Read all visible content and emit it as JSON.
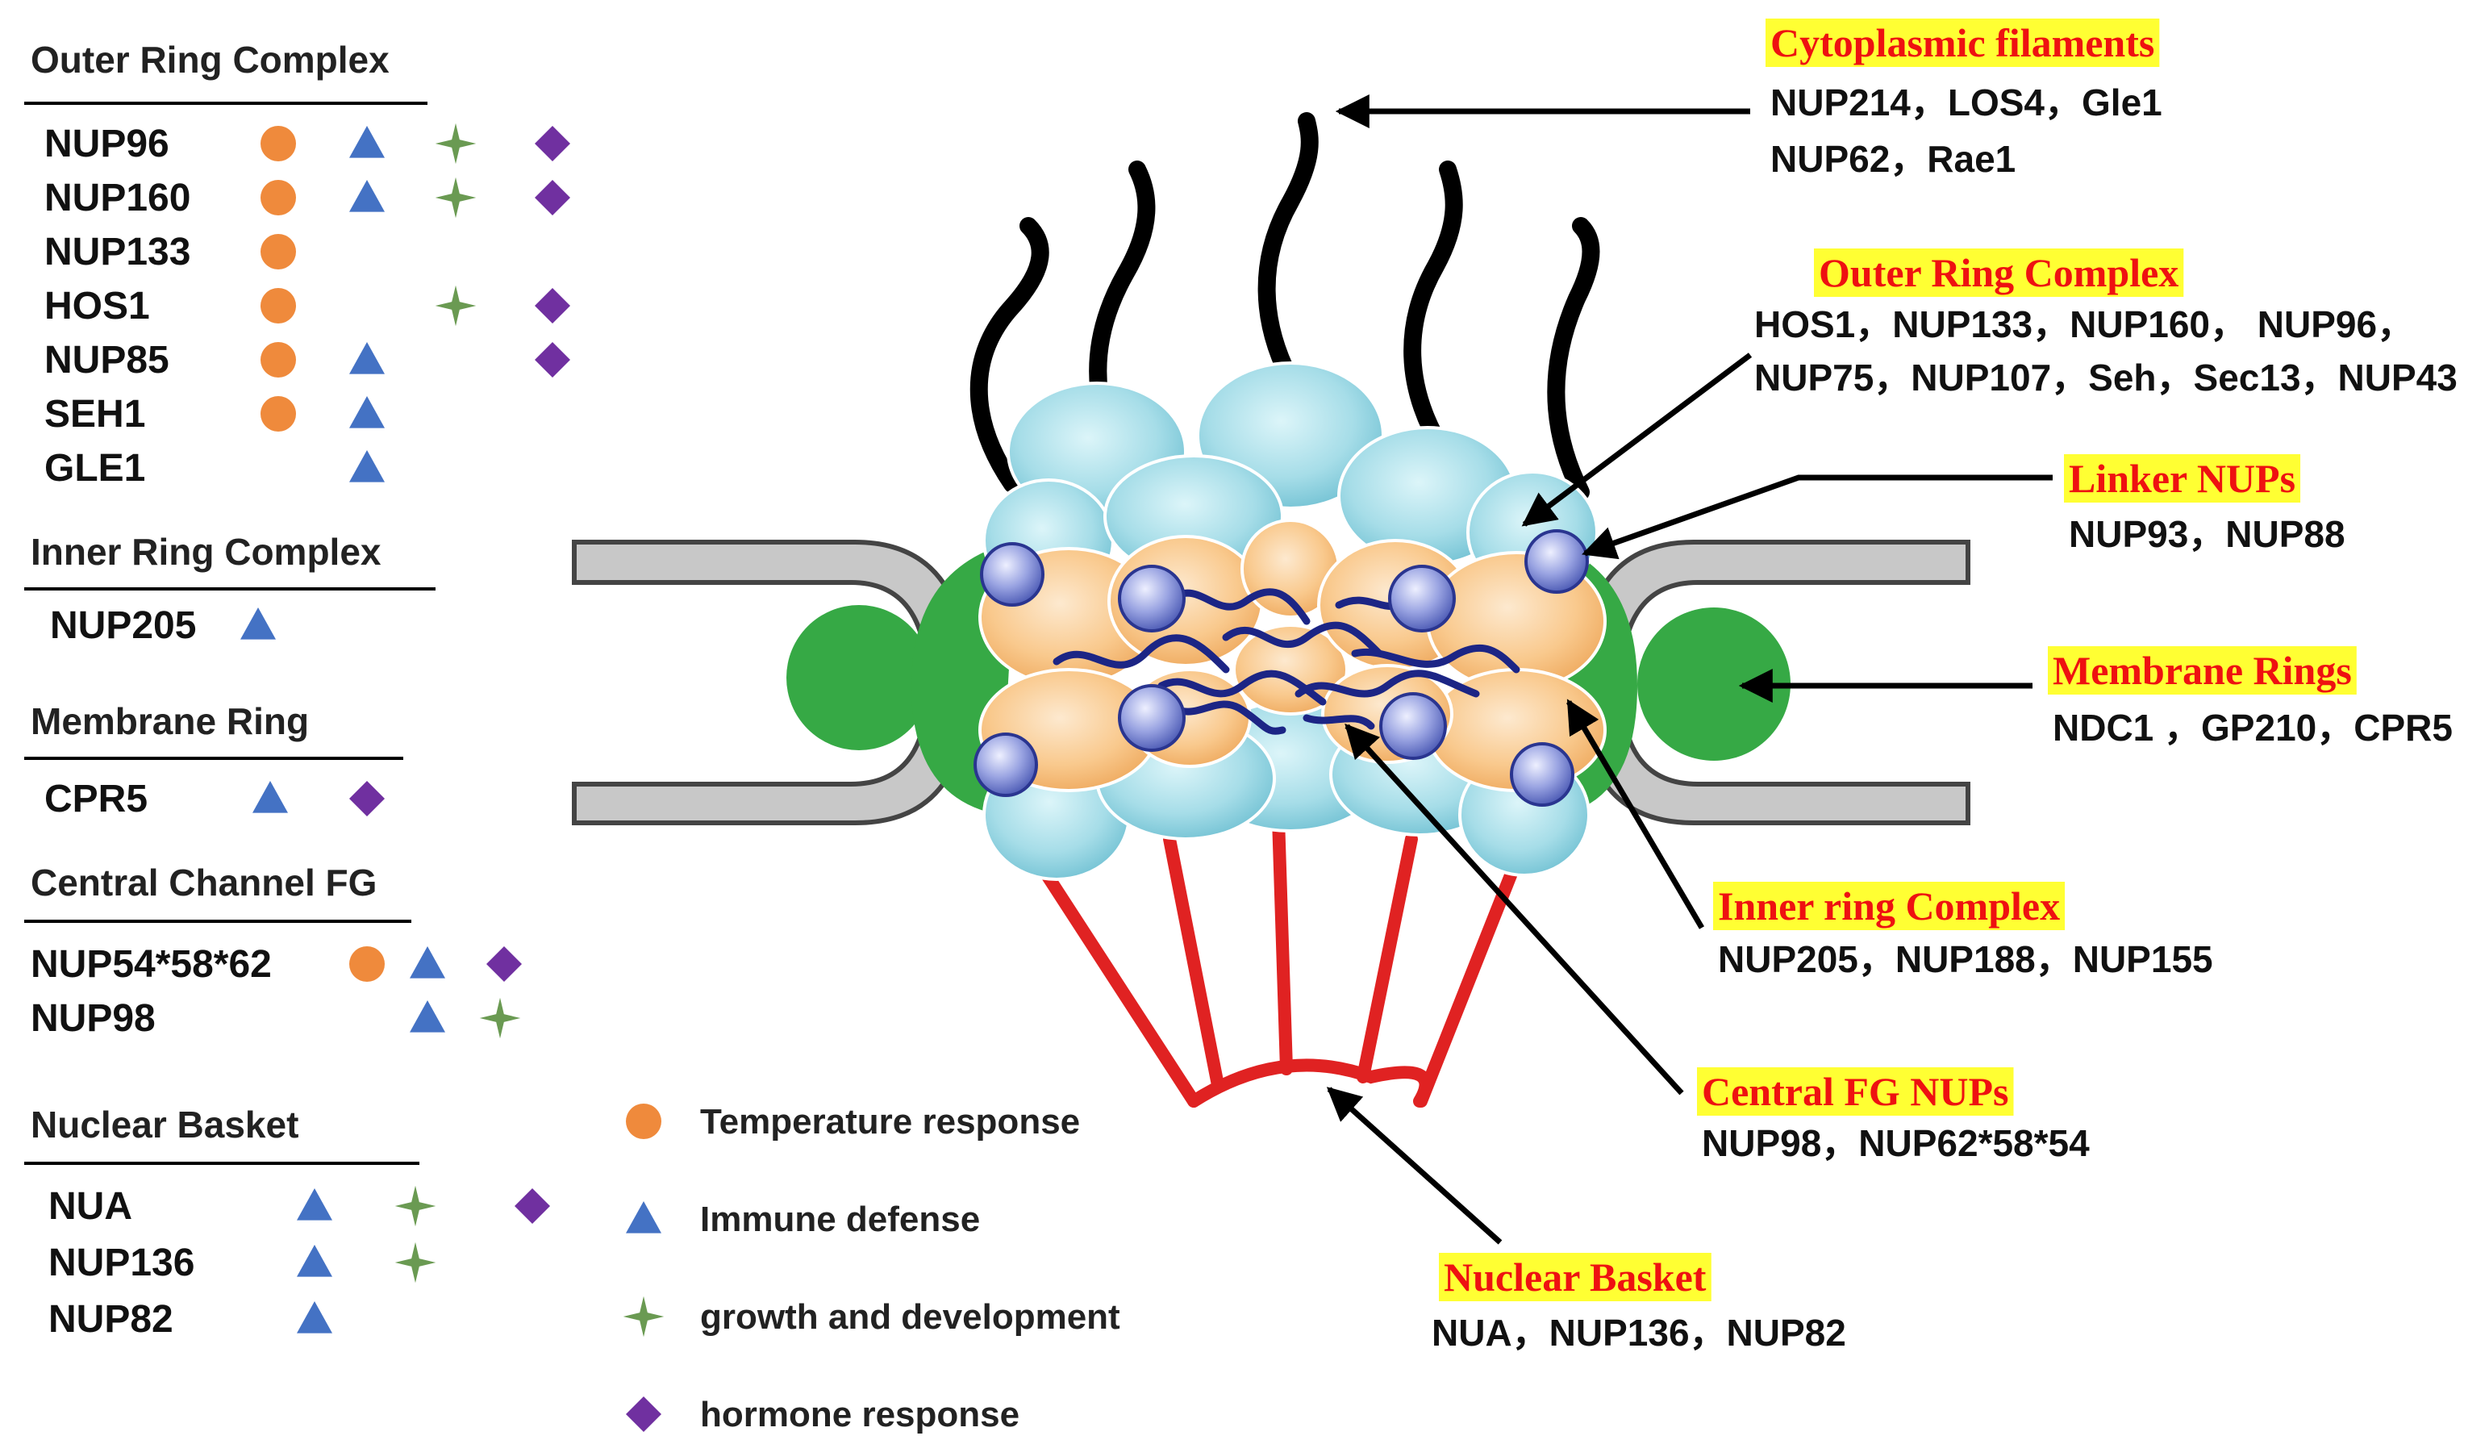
{
  "left_groups": [
    {
      "title": "Outer Ring Complex",
      "members": [
        {
          "name": "NUP96",
          "markers": [
            "temperature",
            "immune",
            "growth",
            "hormone"
          ]
        },
        {
          "name": "NUP160",
          "markers": [
            "temperature",
            "immune",
            "growth",
            "hormone"
          ]
        },
        {
          "name": "NUP133",
          "markers": [
            "temperature"
          ]
        },
        {
          "name": "HOS1",
          "markers": [
            "temperature",
            "growth",
            "hormone"
          ]
        },
        {
          "name": "NUP85",
          "markers": [
            "temperature",
            "immune",
            "hormone"
          ]
        },
        {
          "name": "SEH1",
          "markers": [
            "temperature",
            "immune"
          ]
        },
        {
          "name": "GLE1",
          "markers": [
            "immune"
          ]
        }
      ]
    },
    {
      "title": "Inner Ring Complex",
      "members": [
        {
          "name": "NUP205",
          "markers": [
            "immune"
          ]
        }
      ]
    },
    {
      "title": "Membrane Ring",
      "members": [
        {
          "name": "CPR5",
          "markers": [
            "immune",
            "hormone"
          ]
        }
      ]
    },
    {
      "title": "Central Channel FG",
      "members": [
        {
          "name": "NUP54*58*62",
          "markers": [
            "temperature",
            "immune",
            "hormone"
          ]
        },
        {
          "name": "NUP98",
          "markers": [
            "immune",
            "growth"
          ]
        }
      ]
    },
    {
      "title": "Nuclear Basket",
      "members": [
        {
          "name": "NUA",
          "markers": [
            "immune",
            "growth",
            "hormone"
          ]
        },
        {
          "name": "NUP136",
          "markers": [
            "immune",
            "growth"
          ]
        },
        {
          "name": "NUP82",
          "markers": [
            "immune"
          ]
        }
      ]
    }
  ],
  "legend": [
    {
      "key": "temperature",
      "label": "Temperature response",
      "color": "#ef8a3c"
    },
    {
      "key": "immune",
      "label": "Immune defense",
      "color": "#4472c4"
    },
    {
      "key": "growth",
      "label": "growth and development",
      "color": "#6a9a52"
    },
    {
      "key": "hormone",
      "label": "hormone response",
      "color": "#7030a0"
    }
  ],
  "annotations": [
    {
      "title": "Cytoplasmic filaments",
      "lines": [
        "NUP214，LOS4，Gle1",
        "NUP62，Rae1"
      ]
    },
    {
      "title": "Outer Ring Complex",
      "lines": [
        "HOS1，NUP133，NUP160， NUP96，",
        "NUP75，NUP107，Seh，Sec13，NUP43"
      ]
    },
    {
      "title": "Linker NUPs",
      "lines": [
        "NUP93，NUP88"
      ]
    },
    {
      "title": "Membrane Rings",
      "lines": [
        "NDC1 ，GP210，CPR5"
      ]
    },
    {
      "title": "Inner ring Complex",
      "lines": [
        "NUP205，NUP188，NUP155"
      ]
    },
    {
      "title": "Central FG NUPs",
      "lines": [
        "NUP98，NUP62*58*54"
      ]
    },
    {
      "title": "Nuclear Basket",
      "lines": [
        "NUA，NUP136，NUP82"
      ]
    }
  ],
  "colors": {
    "highlight": "#ffff33",
    "title_red": "#ee1111",
    "membrane_gray": "#c8c8c8",
    "membrane_ring_green": "#36a945",
    "outer_ring_cyan": "#9fdbe6",
    "inner_ring_orange": "#f8c98f",
    "linker_blue": "#8c98dc",
    "fg_navy": "#1c2585",
    "basket_red": "#e02222",
    "filament_black": "#000000"
  }
}
